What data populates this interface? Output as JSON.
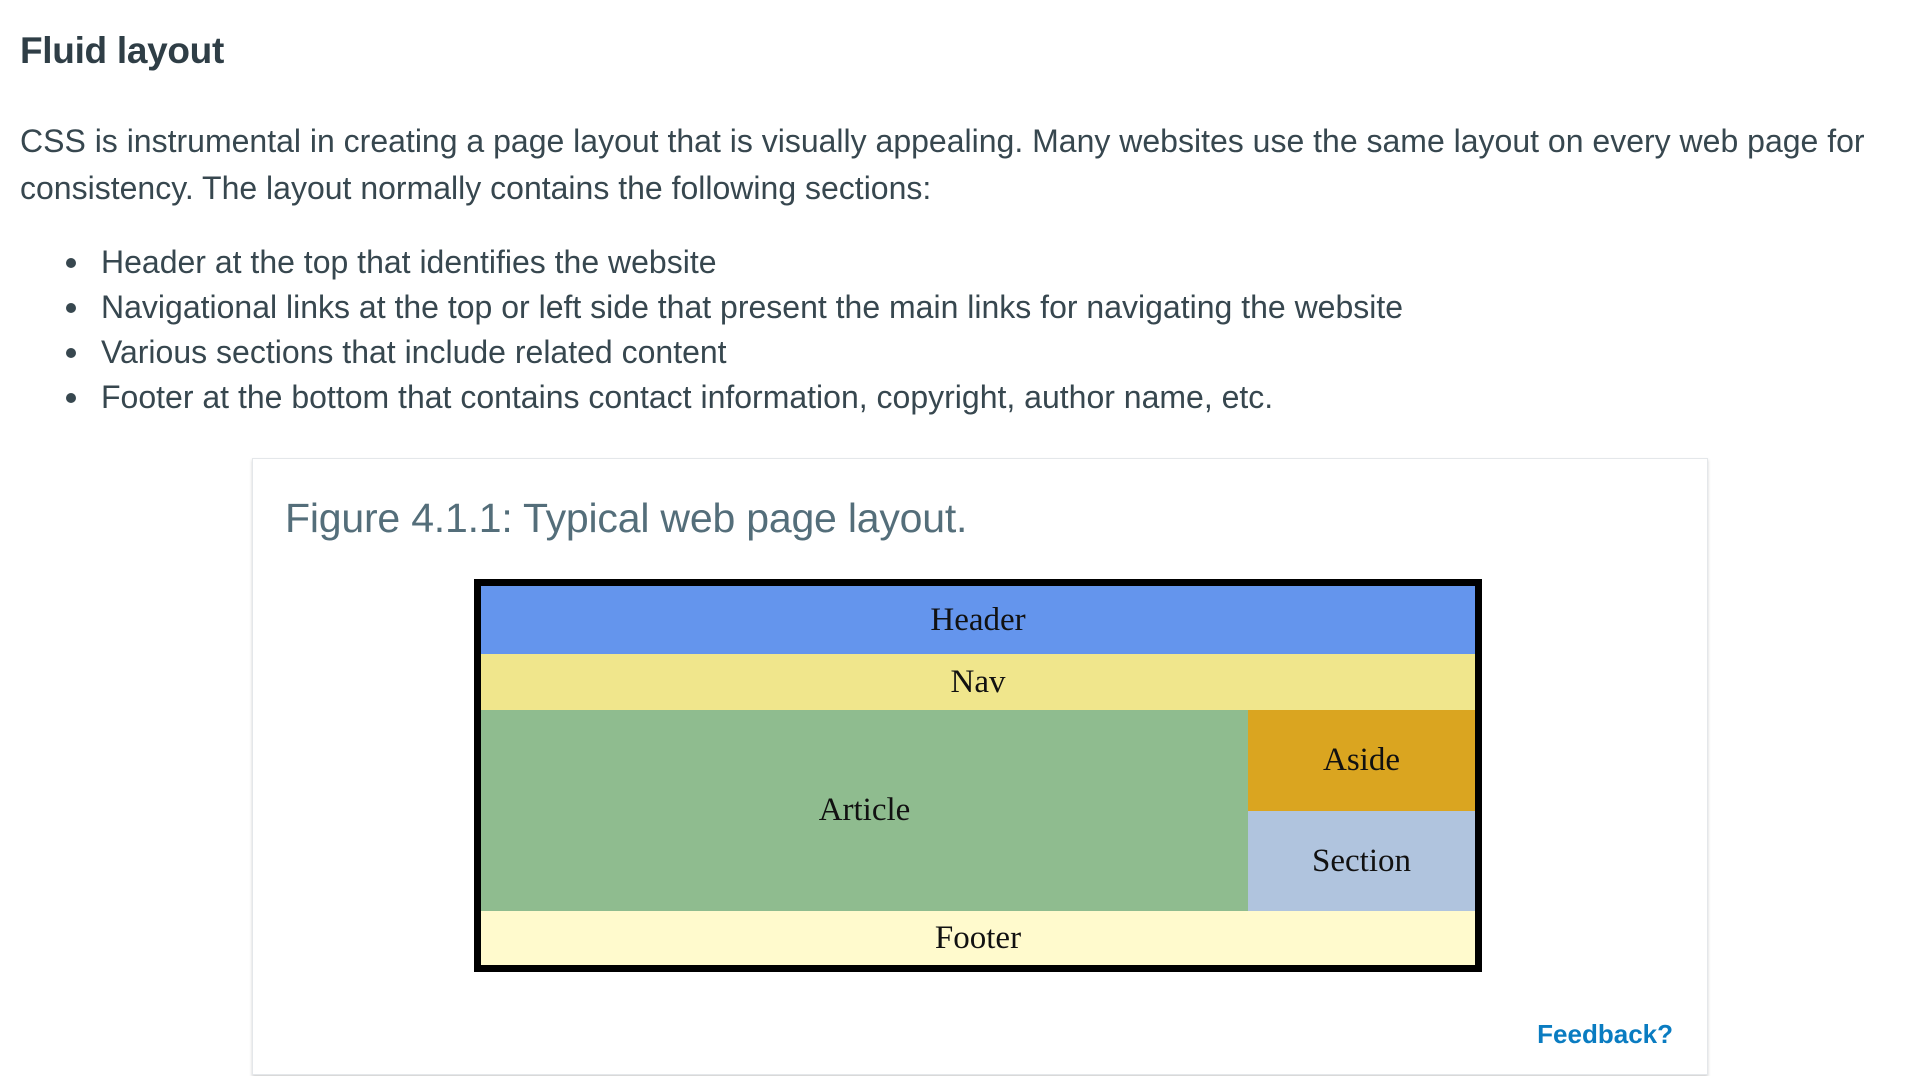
{
  "section": {
    "title": "Fluid layout",
    "intro": "CSS is instrumental in creating a page layout that is visually appealing. Many websites use the same layout on every web page for consistency. The layout normally contains the following sections:"
  },
  "bullets": [
    "Header at the top that identifies the website",
    "Navigational links at the top or left side that present the main links for navigating the website",
    "Various sections that include related content",
    "Footer at the bottom that contains contact information, copyright, author name, etc."
  ],
  "figure": {
    "caption": "Figure 4.1.1: Typical web page layout.",
    "blocks": {
      "header": "Header",
      "nav": "Nav",
      "article": "Article",
      "aside": "Aside",
      "section": "Section",
      "footer": "Footer"
    },
    "colors": {
      "header": "#6495ed",
      "nav": "#f0e68c",
      "article": "#8fbc8f",
      "aside": "#daa520",
      "section": "#b0c4de",
      "footer": "#fffacd",
      "border": "#000000"
    },
    "feedback_label": "Feedback?"
  }
}
